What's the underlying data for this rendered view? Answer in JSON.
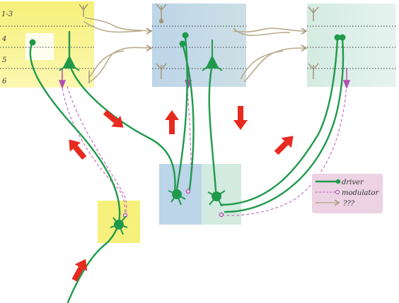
{
  "layers": [
    "1-3",
    "4",
    "5",
    "6"
  ],
  "legend": {
    "driver": "driver",
    "modulator": "modulator",
    "unknown": "???"
  },
  "colors": {
    "driver": "#1e9a4a",
    "modulator": "#c070c0",
    "unknown": "#b4a88a",
    "arrow": "#e8291f",
    "yellow_region": "#f6f17a",
    "blue_region": "#b9d4e6",
    "mint_region": "#d4ebe2",
    "legend_bg": "#ecd2e2"
  }
}
